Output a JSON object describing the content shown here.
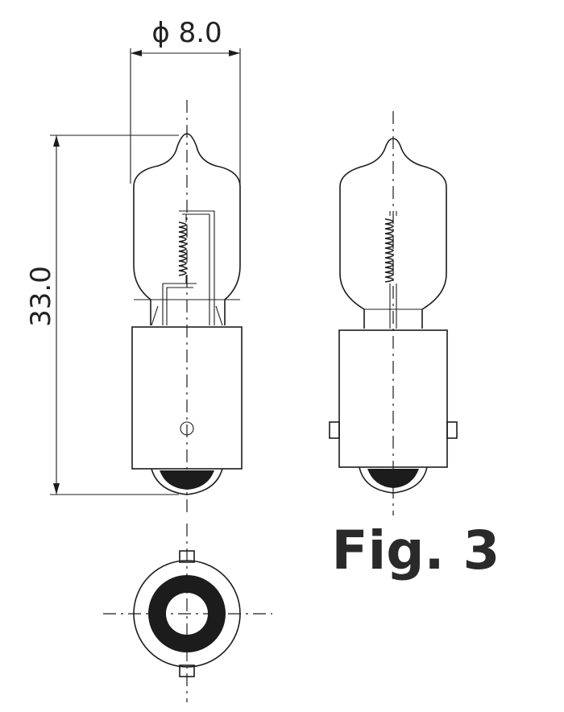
{
  "dimensions": {
    "diameter_label": "ϕ 8.0",
    "length_label": "33.0"
  },
  "figure_label": "Fig. 3",
  "colors": {
    "line": "#1c1c1c",
    "background": "#ffffff"
  }
}
